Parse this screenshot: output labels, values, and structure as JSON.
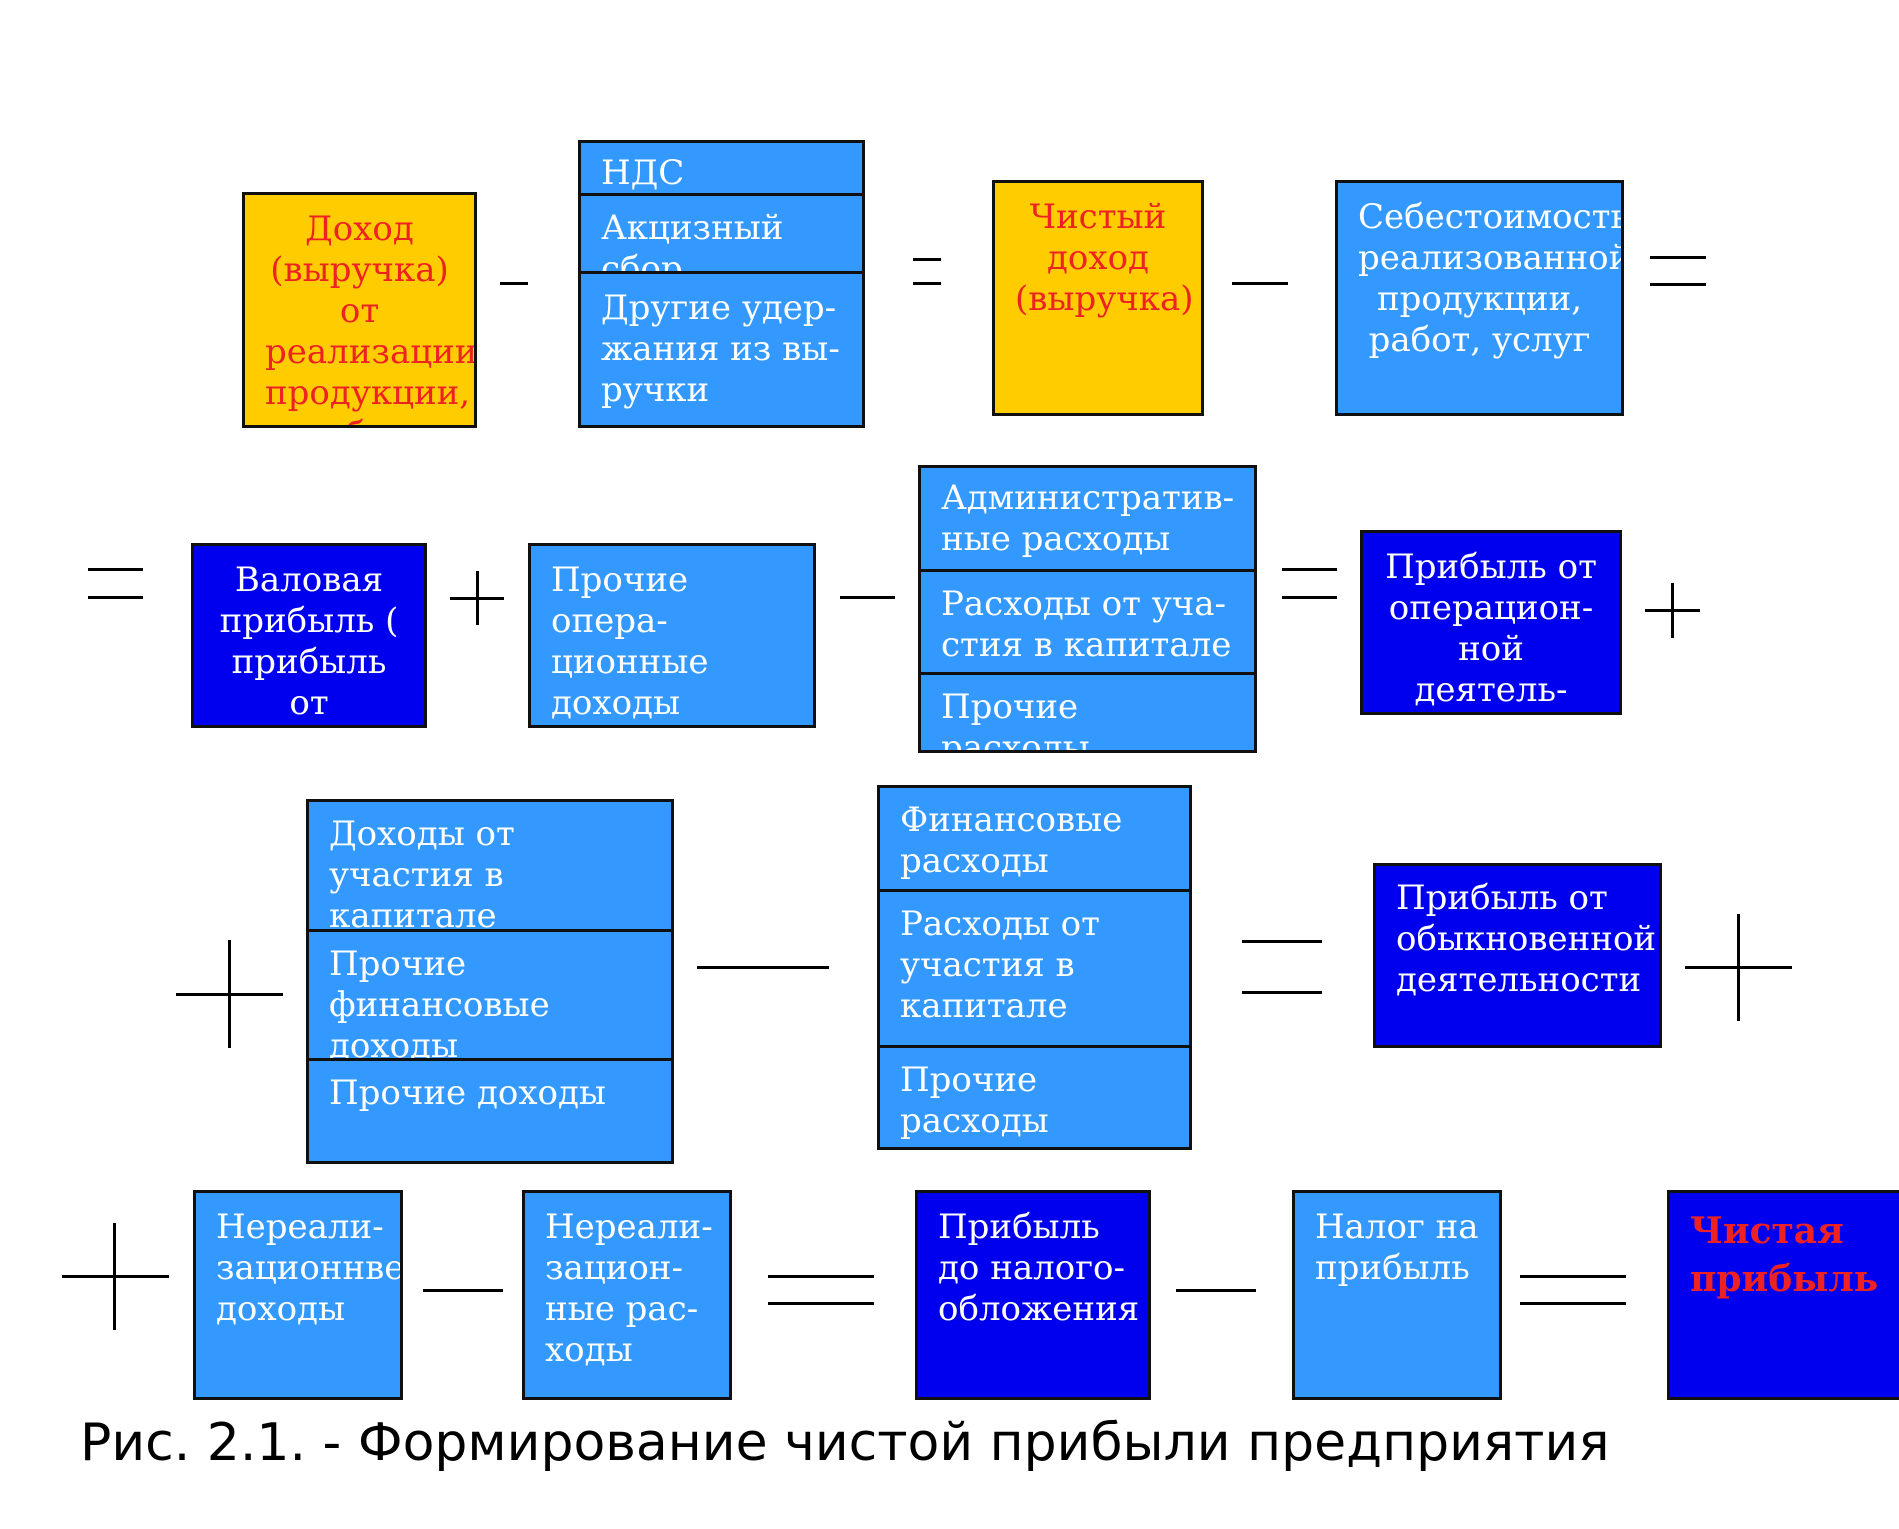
{
  "row1": {
    "income": "Доход (вы­ручка) от реализации продукции, работ, услуг",
    "deductions": [
      "НДС",
      "Акцизный сбор",
      "Другие удер­жания из вы­ручки"
    ],
    "net_income": "Чистый доход (выручка)",
    "cost": "Себестоимость реализованной продукции, работ, услуг"
  },
  "row2": {
    "gross_profit": "Валовая прибыль ( прибыль от реализа-",
    "other_operating_income": "Прочие опера­ционные дохо­ды",
    "expenses": [
      "Административ­ные расходы",
      "Расходы от уча­стия в капитале",
      "Прочие расходы"
    ],
    "operating_profit": "Прибыль от операцион­ной деятель­ности"
  },
  "row3": {
    "financial_income": [
      "Доходы от участия в капитале",
      "Прочие финансовые доходы",
      "Прочие доходы"
    ],
    "financial_expenses": [
      "Финансовые расходы",
      "Расходы от уча­стия в капитале",
      "Прочие расходы"
    ],
    "ordinary_profit": "Прибыль от обыкновенной деятельности"
  },
  "row4": {
    "nonsales_income": "Нереали­зационнве доходы",
    "nonsales_expenses": "Нереали­зацион­ные рас­ходы",
    "pretax_profit": "Прибыль до налого­обложения",
    "tax": "Налог на прибыль",
    "net_profit": "Чистая прибыль"
  },
  "caption": "Рис. 2.1. - Формирование чистой прибыли предприятия",
  "colors": {
    "light_blue": "#3399ff",
    "dark_blue": "#0000ee",
    "gold": "#ffcc00",
    "red_text": "#ee2222"
  }
}
